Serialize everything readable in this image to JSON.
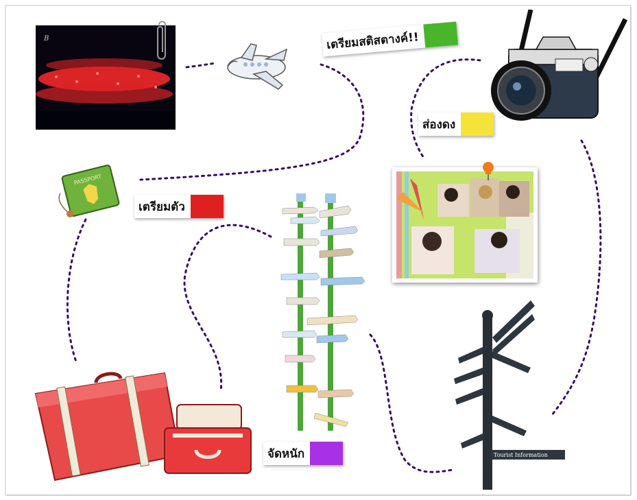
{
  "labels": {
    "prep_stats": {
      "text": "เตรียมสติสตางค์!!",
      "color": "#49b52b"
    },
    "peek": {
      "text": "ส่องดง",
      "color": "#f5e33a"
    },
    "prep_self": {
      "text": "เตรียมตัว",
      "color": "#e02020"
    },
    "lodging": {
      "text": "จัดหนัก",
      "color": "#a831e6"
    }
  },
  "passport": {
    "text": "PASSPORT"
  },
  "signpost": {
    "text": "Tourist Information"
  },
  "path_color": "#3a0a6b"
}
